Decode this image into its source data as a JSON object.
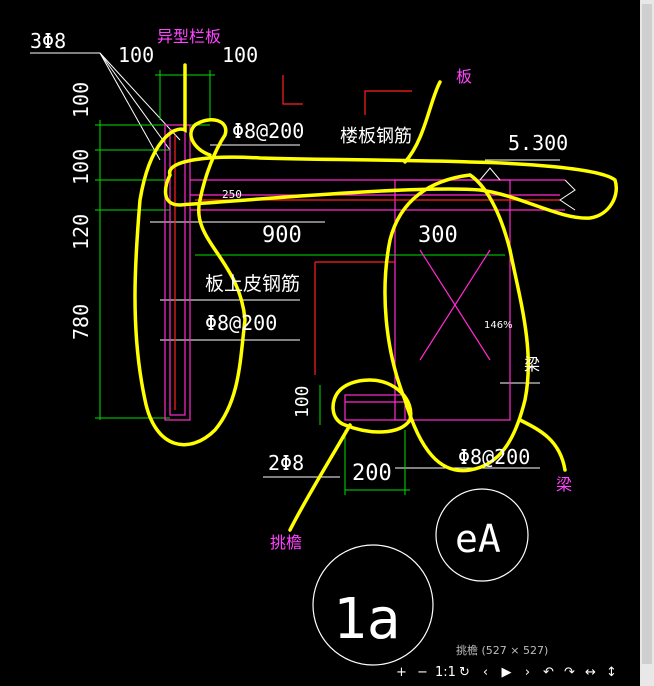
{
  "drawing": {
    "labels": {
      "top_left_bar": "3Φ8",
      "dim_100_a": "100",
      "dim_100_b": "100",
      "dim_left_100_a": "100",
      "dim_left_100_b": "100",
      "dim_left_120": "120",
      "dim_left_780": "780",
      "rebar_top": "Φ8@200",
      "floor_slab_rebar": "楼板钢筋",
      "dim_250": "250",
      "dim_900": "900",
      "dim_300": "300",
      "elevation": "5.300",
      "slab_top_rebar": "板上皮钢筋",
      "rebar_mid": "Φ8@200",
      "beam_text": "梁",
      "dim_bottom_100": "100",
      "bottom_bar": "2Φ8",
      "dim_200": "200",
      "rebar_bottom": "Φ8@200",
      "circle_ea": "eA",
      "circle_1a": "1a"
    },
    "notes": {
      "special_parapet": "异型栏板",
      "slab": "板",
      "cornice": "挑檐",
      "beam": "梁"
    },
    "zoom_badge": "146%"
  },
  "viewer": {
    "caption": "挑檐 (527 × 527)",
    "toolbar": {
      "zoom_in": "+",
      "zoom_out": "−",
      "actual_size": "1:1",
      "rotate": "↻",
      "prev": "‹",
      "play": "▶",
      "next": "›",
      "undo": "↶",
      "redo": "↷",
      "fit_width": "↔",
      "fit_height": "↕"
    }
  }
}
